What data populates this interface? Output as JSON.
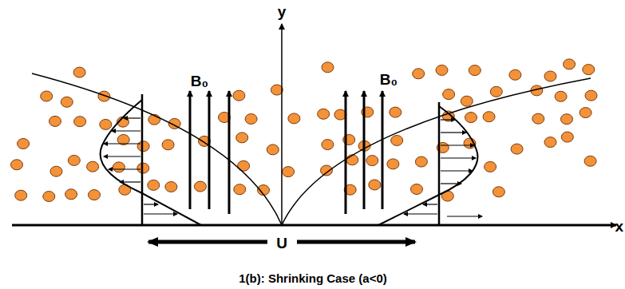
{
  "diagram": {
    "caption": "1(b): Shrinking Case (a<0)",
    "labels": [
      "y",
      "B₀",
      "B₀",
      "U",
      "x"
    ]
  }
}
